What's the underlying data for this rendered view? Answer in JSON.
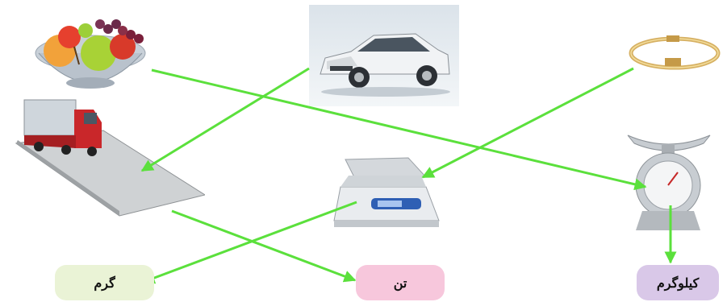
{
  "labels": {
    "gram": "گرم",
    "ton": "تن",
    "kilogram": "کیلوگرم"
  },
  "colors": {
    "arrow": "#5be03c",
    "gram_box": "#eaf3d6",
    "ton_box": "#f7c7dc",
    "kilogram_box": "#d9c8e8"
  },
  "items": {
    "fruit": "fruit-bowl",
    "car": "car",
    "bracelet": "bracelet",
    "truck_scale": "truck-weighbridge",
    "lab_balance": "digital-balance",
    "kitchen_scale": "kitchen-scale"
  },
  "connections": [
    {
      "from": "fruit-bowl",
      "to": "kitchen-scale"
    },
    {
      "from": "car",
      "to": "truck-weighbridge"
    },
    {
      "from": "bracelet",
      "to": "digital-balance"
    },
    {
      "from": "digital-balance",
      "to": "gram-label"
    },
    {
      "from": "truck-weighbridge",
      "to": "ton-label"
    },
    {
      "from": "kitchen-scale",
      "to": "kilogram-label"
    }
  ]
}
